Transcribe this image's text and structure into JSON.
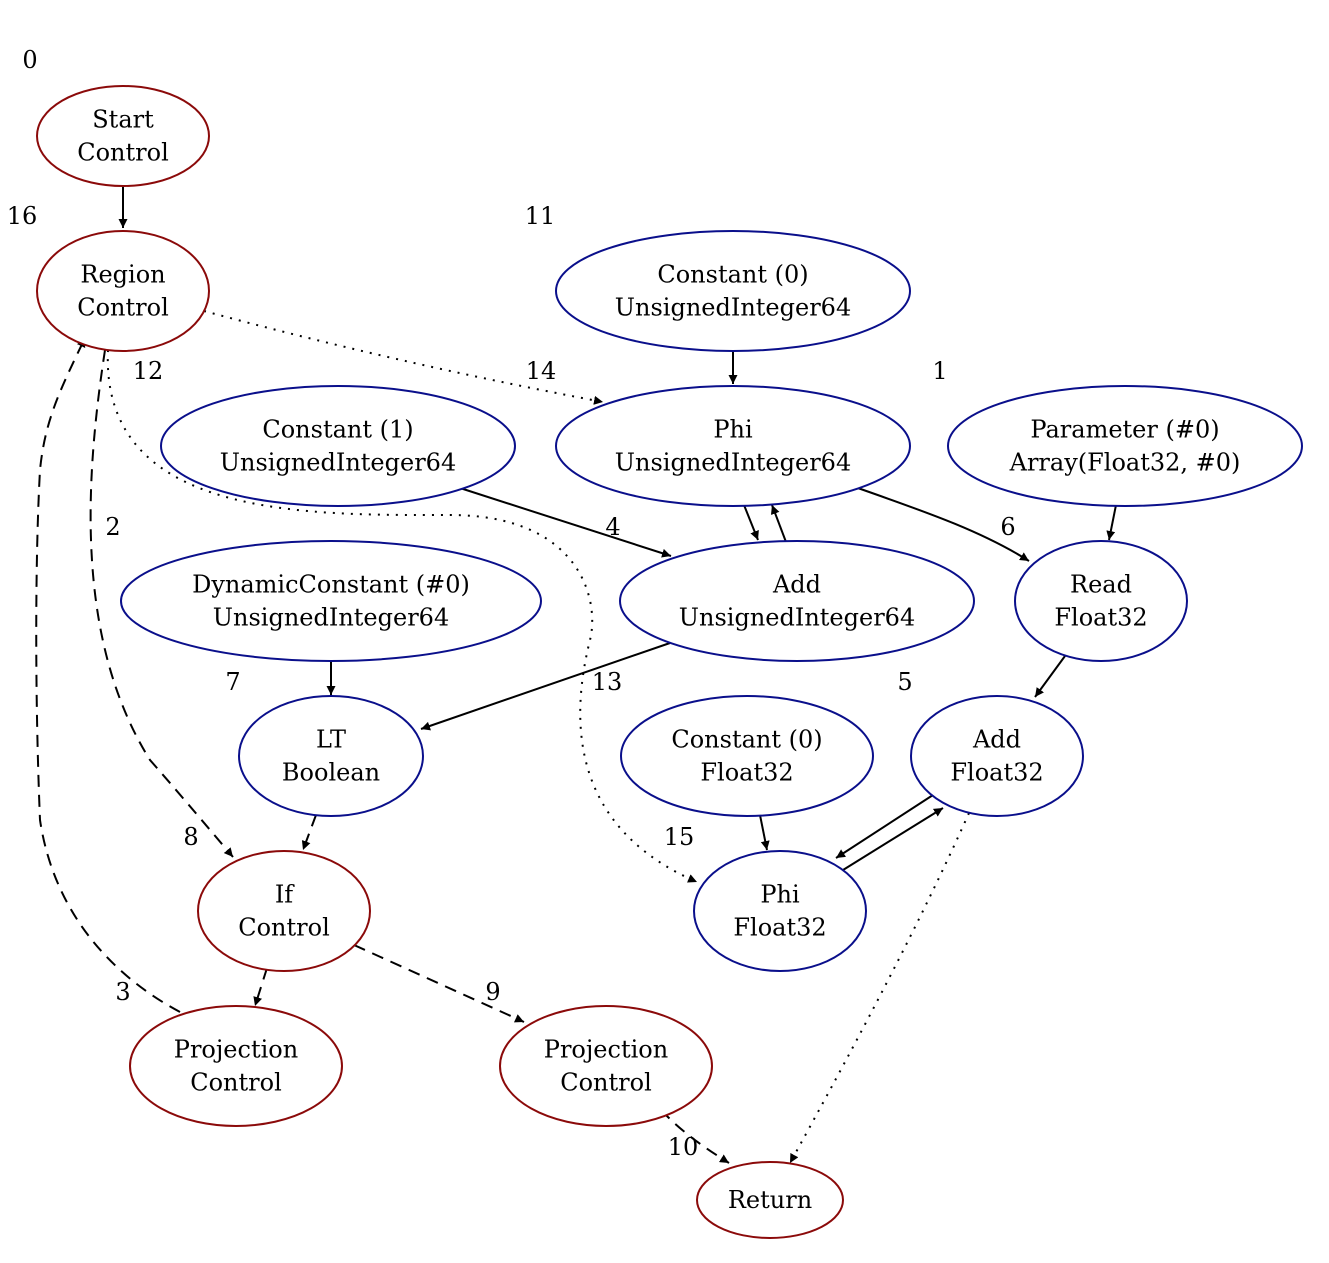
{
  "graph": {
    "node_colors": {
      "control": "#8b0a0a",
      "data": "#0a0f8b"
    },
    "nodes": [
      {
        "id": "0",
        "lines": [
          "Start",
          "Control"
        ],
        "kind": "control"
      },
      {
        "id": "16",
        "lines": [
          "Region",
          "Control"
        ],
        "kind": "control"
      },
      {
        "id": "11",
        "lines": [
          "Constant (0)",
          "UnsignedInteger64"
        ],
        "kind": "data"
      },
      {
        "id": "14",
        "lines": [
          "Phi",
          "UnsignedInteger64"
        ],
        "kind": "data"
      },
      {
        "id": "1",
        "lines": [
          "Parameter (#0)",
          "Array(Float32, #0)"
        ],
        "kind": "data"
      },
      {
        "id": "12",
        "lines": [
          "Constant (1)",
          "UnsignedInteger64"
        ],
        "kind": "data"
      },
      {
        "id": "4",
        "lines": [
          "Add",
          "UnsignedInteger64"
        ],
        "kind": "data"
      },
      {
        "id": "6",
        "lines": [
          "Read",
          "Float32"
        ],
        "kind": "data"
      },
      {
        "id": "2",
        "lines": [
          "DynamicConstant (#0)",
          "UnsignedInteger64"
        ],
        "kind": "data"
      },
      {
        "id": "7",
        "lines": [
          "LT",
          "Boolean"
        ],
        "kind": "data"
      },
      {
        "id": "13",
        "lines": [
          "Constant (0)",
          "Float32"
        ],
        "kind": "data"
      },
      {
        "id": "5",
        "lines": [
          "Add",
          "Float32"
        ],
        "kind": "data"
      },
      {
        "id": "8",
        "lines": [
          "If",
          "Control"
        ],
        "kind": "control"
      },
      {
        "id": "15",
        "lines": [
          "Phi",
          "Float32"
        ],
        "kind": "data"
      },
      {
        "id": "3",
        "lines": [
          "Projection",
          "Control"
        ],
        "kind": "control"
      },
      {
        "id": "9",
        "lines": [
          "Projection",
          "Control"
        ],
        "kind": "control"
      },
      {
        "id": "10",
        "lines": [
          "Return"
        ],
        "kind": "control"
      }
    ],
    "edges": [
      {
        "from": "0",
        "to": "16",
        "style": "solid"
      },
      {
        "from": "16",
        "to": "14",
        "style": "dotted"
      },
      {
        "from": "16",
        "to": "15",
        "style": "dotted"
      },
      {
        "from": "16",
        "to": "8",
        "style": "dashed"
      },
      {
        "from": "3",
        "to": "16",
        "style": "dashed"
      },
      {
        "from": "11",
        "to": "14",
        "style": "solid"
      },
      {
        "from": "14",
        "to": "4",
        "style": "solid"
      },
      {
        "from": "4",
        "to": "14",
        "style": "solid"
      },
      {
        "from": "14",
        "to": "6",
        "style": "solid"
      },
      {
        "from": "12",
        "to": "4",
        "style": "solid"
      },
      {
        "from": "1",
        "to": "6",
        "style": "solid"
      },
      {
        "from": "4",
        "to": "7",
        "style": "solid"
      },
      {
        "from": "2",
        "to": "7",
        "style": "solid"
      },
      {
        "from": "6",
        "to": "5",
        "style": "solid"
      },
      {
        "from": "7",
        "to": "8",
        "style": "dashed"
      },
      {
        "from": "13",
        "to": "15",
        "style": "solid"
      },
      {
        "from": "5",
        "to": "15",
        "style": "solid"
      },
      {
        "from": "15",
        "to": "5",
        "style": "solid"
      },
      {
        "from": "5",
        "to": "10",
        "style": "dotted"
      },
      {
        "from": "8",
        "to": "3",
        "style": "dashed"
      },
      {
        "from": "8",
        "to": "9",
        "style": "dashed"
      },
      {
        "from": "9",
        "to": "10",
        "style": "dashed"
      }
    ]
  }
}
